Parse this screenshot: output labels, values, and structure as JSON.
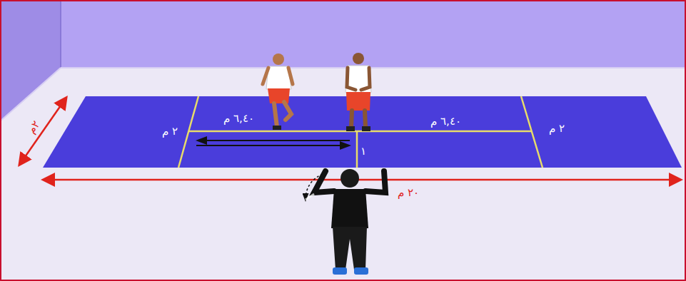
{
  "diagram": {
    "labels": [
      "٢ م",
      "٦,٤٠ م",
      "٦,٤٠ م",
      "٢ م",
      "١",
      "٢م",
      "٢٠ م"
    ]
  }
}
